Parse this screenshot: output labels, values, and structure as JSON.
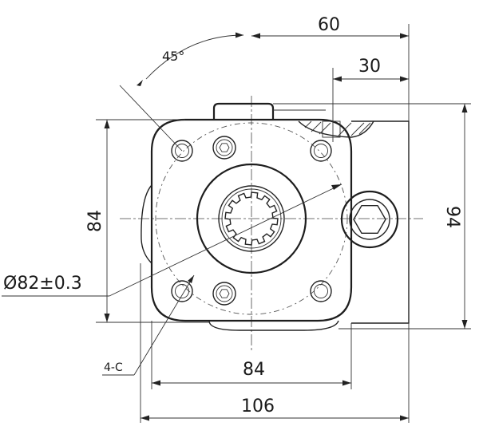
{
  "drawing": {
    "dimensions": {
      "top_overall": "60",
      "top_offset": "30",
      "angle": "45°",
      "left_height": "84",
      "right_height": "94",
      "diameter": "Ø82±0.3",
      "bolt_callout": "4-C",
      "bottom_inner": "84",
      "bottom_overall": "106"
    }
  }
}
